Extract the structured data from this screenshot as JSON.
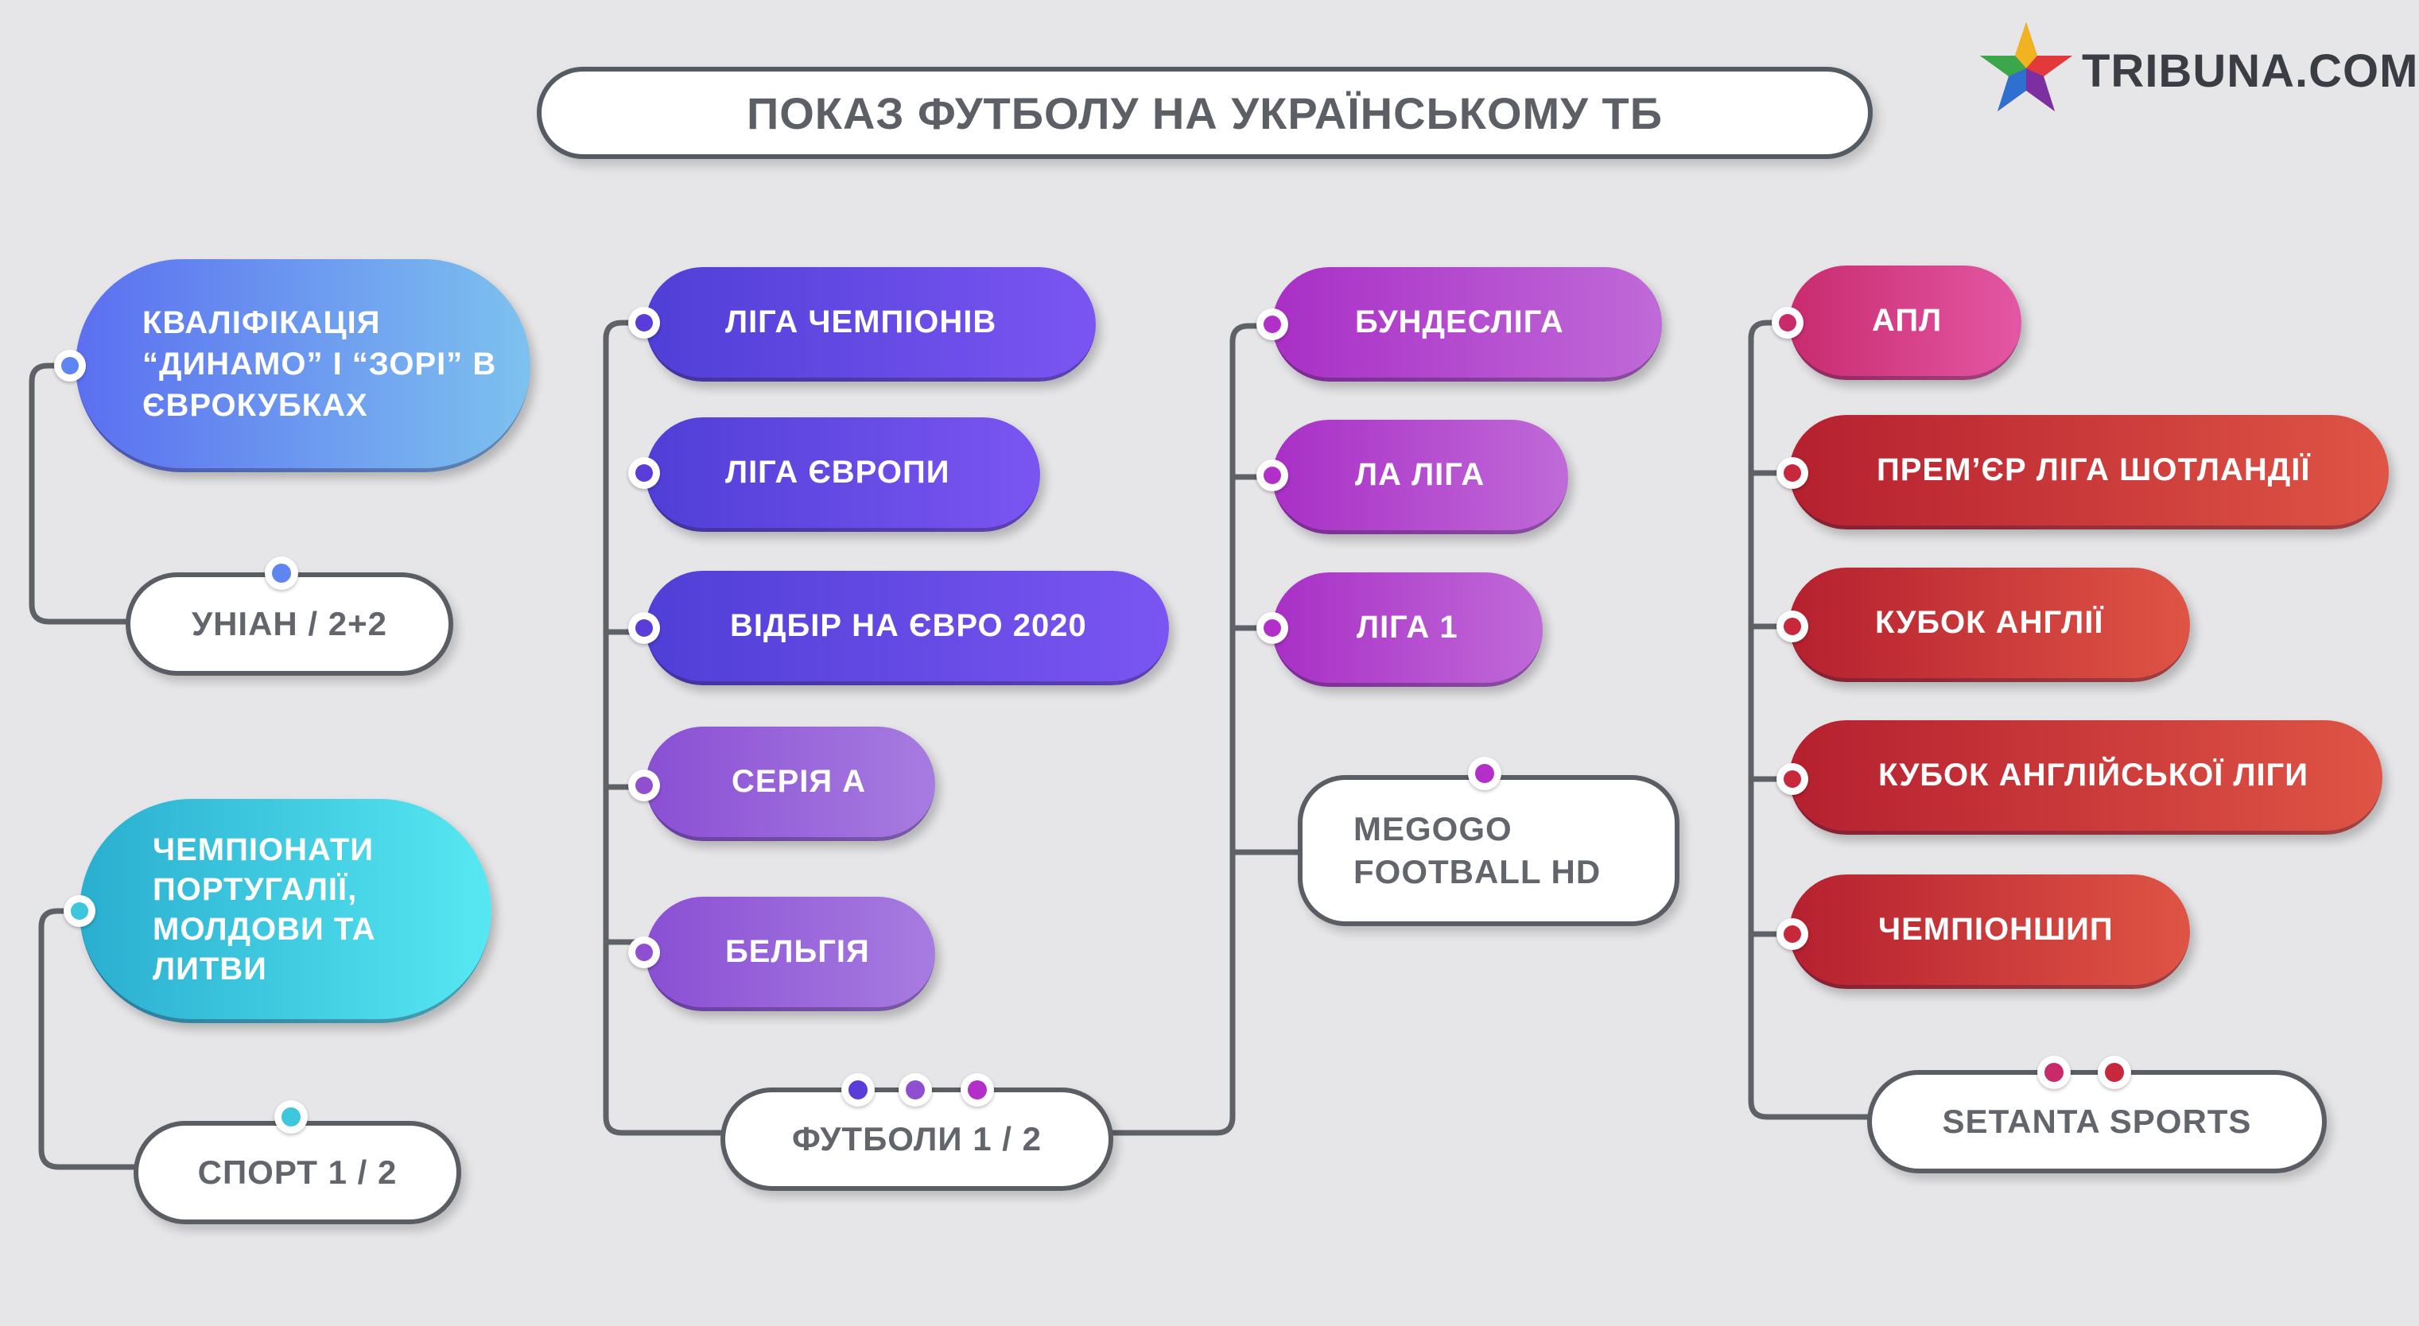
{
  "title": "ПОКАЗ ФУТБОЛУ НА УКРАЇНСЬКОМУ ТБ",
  "logo": {
    "text": "TRIBUNA.COM"
  },
  "groups": {
    "uniian": {
      "topic": "КВАЛІФІКАЦІЯ “ДИНАМО” І “ЗОРІ” В ЄВРОКУБКАХ",
      "channel": "УНІАН / 2+2",
      "color": "#6b8cf0"
    },
    "sport": {
      "topic": "ЧЕМПІОНАТИ ПОРТУГАЛІЇ, МОЛДОВИ ТА ЛИТВИ",
      "channel": "СПОРТ 1 / 2",
      "color": "#3cc3d8"
    },
    "futboly": {
      "items": [
        "ЛІГА ЧЕМПІОНІВ",
        "ЛІГА ЄВРОПИ",
        "ВІДБІР НА ЄВРО 2020",
        "СЕРІЯ А",
        "БЕЛЬГІЯ"
      ],
      "channel": "ФУТБОЛИ 1 / 2",
      "color": "#6b3fe0"
    },
    "megogo": {
      "items": [
        "БУНДЕСЛІГА",
        "ЛА ЛІГА",
        "ЛІГА 1"
      ],
      "channel": "MEGOGO FOOTBALL HD",
      "color": "#b32fc9"
    },
    "setanta": {
      "items": [
        "АПЛ",
        "ПРЕМ’ЄР ЛІГА ШОТЛАНДІЇ",
        "КУБОК АНГЛІЇ",
        "КУБОК АНГЛІЙСЬКОЇ ЛІГИ",
        "ЧЕМПІОНШИП"
      ],
      "channel": "SETANTA SPORTS",
      "color": "#c8283c"
    }
  }
}
